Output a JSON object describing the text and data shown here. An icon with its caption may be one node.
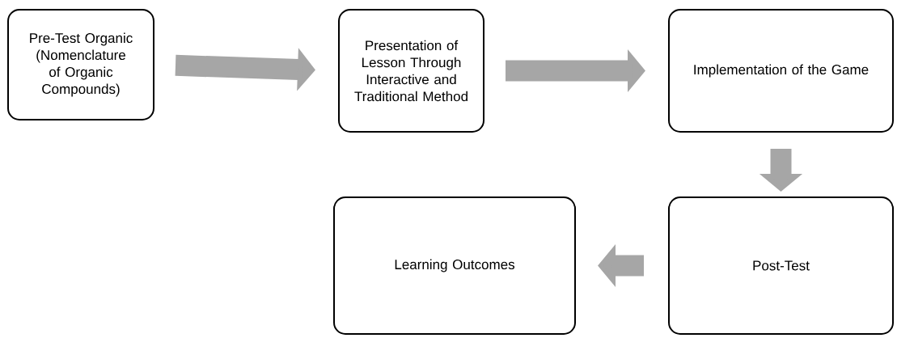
{
  "diagram": {
    "nodes": [
      {
        "text": [
          "Pre-Test Organic (Nomenclature of Organic Compounds)"
        ]
      },
      {
        "text": [
          "Presentation of Lesson Through Interactive and Traditional Method"
        ]
      },
      {
        "text": [
          "Implementation of the Game"
        ]
      },
      {
        "text": [
          "Post-Test"
        ]
      },
      {
        "text": [
          "Learning Outcomes"
        ]
      }
    ],
    "edges": [
      {
        "from": 0,
        "to": 1,
        "arrow": "to"
      },
      {
        "from": 1,
        "to": 2,
        "arrow": "to"
      },
      {
        "from": 2,
        "to": 3,
        "arrow": "to"
      },
      {
        "from": 3,
        "to": 4,
        "arrow": "to"
      }
    ]
  }
}
